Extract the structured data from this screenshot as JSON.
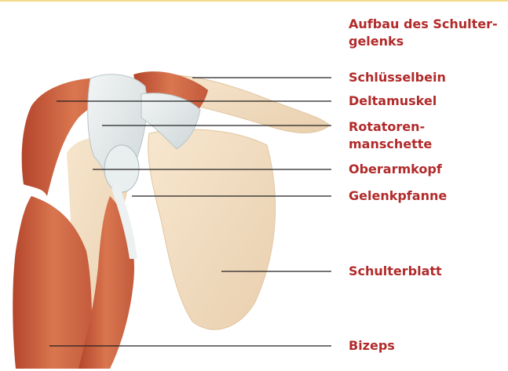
{
  "title_line1": "Aufbau des Schulter-",
  "title_line2": "gelenks",
  "labels": {
    "clavicle": "Schlüsselbein",
    "deltoid": "Deltamuskel",
    "rotator_line1": "Rotatoren-",
    "rotator_line2": "manschette",
    "humeral_head": "Oberarmkopf",
    "glenoid": "Gelenkpfanne",
    "scapula": "Schulterblatt",
    "biceps": "Bizeps"
  },
  "colors": {
    "label_text": "#b22a2a",
    "top_rule": "#f5d98a",
    "bone": "#f1dcc0",
    "muscle": "#c85a3e",
    "tendon": "#e6e8e8",
    "leader_line": "#222222"
  }
}
